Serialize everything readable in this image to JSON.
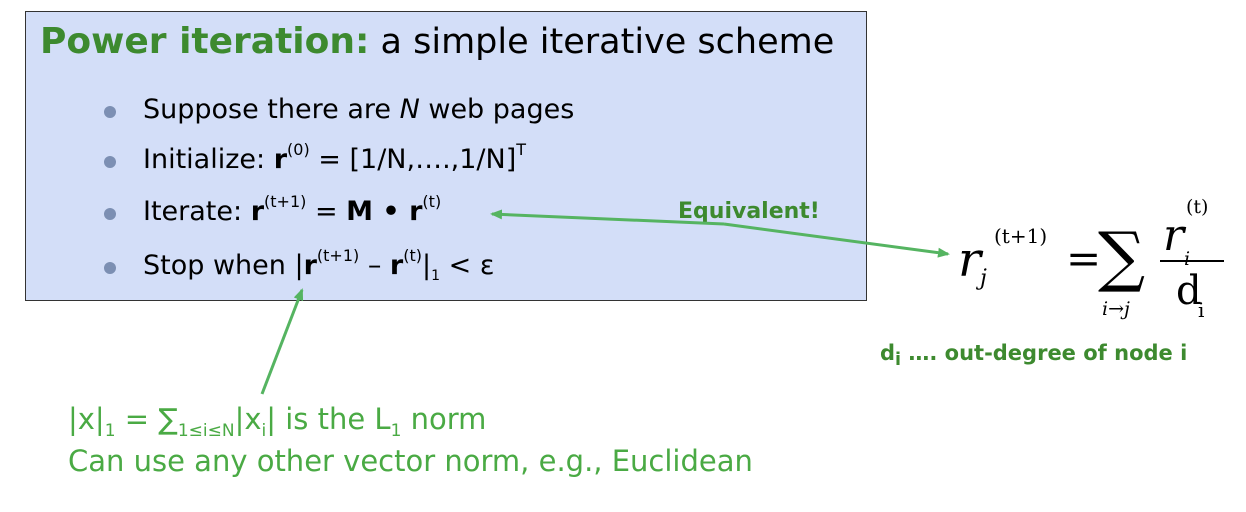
{
  "title": {
    "lead": "Power iteration:",
    "rest": "a simple iterative scheme"
  },
  "bullets": {
    "b1": {
      "pre": "Suppose there are ",
      "var": "N",
      "post": " web pages"
    },
    "b2": {
      "pre": "Initialize: ",
      "r": "r",
      "sup": "(0)",
      "mid": " = [1/N,….,1/N]",
      "sup2": "T"
    },
    "b3": {
      "pre": "Iterate: ",
      "r": "r",
      "sup": "(t+1)",
      "mid": " = ",
      "m": "M",
      "dot": " • ",
      "r2": "r",
      "sup2": "(t)"
    },
    "b4": {
      "pre": "Stop when |",
      "r": "r",
      "sup": "(t+1)",
      "minus": " – ",
      "r2": "r",
      "sup2": "(t)",
      "bar": "|",
      "sub": "1",
      "post": " < ε"
    }
  },
  "equivalent_label": "Equivalent!",
  "formula": {
    "lhs_var": "r",
    "lhs_sub": "j",
    "lhs_sup": "(t+1)",
    "eq": "=",
    "sum": "∑",
    "sum_index": "i→j",
    "num_var": "r",
    "num_sub": "i",
    "num_sup": "(t)",
    "den_var": "d",
    "den_sub": "i"
  },
  "degree_note": {
    "d": "d",
    "sub": "i",
    "text": " …. out-degree of node i"
  },
  "norm_note": {
    "line1_a": "|x|",
    "line1_sub1": "1",
    "line1_b": " = ∑",
    "line1_sub2": "1≤i≤N",
    "line1_c": "|x",
    "line1_sub3": "i",
    "line1_d": "| is the L",
    "line1_sub4": "1",
    "line1_e": " norm",
    "line2": "Can use any other vector norm, e.g., Euclidean"
  },
  "colors": {
    "box_fill": "#d3def8",
    "title_green": "#3d8a2f",
    "note_green": "#4aaa44",
    "arrow": "#55b461"
  }
}
